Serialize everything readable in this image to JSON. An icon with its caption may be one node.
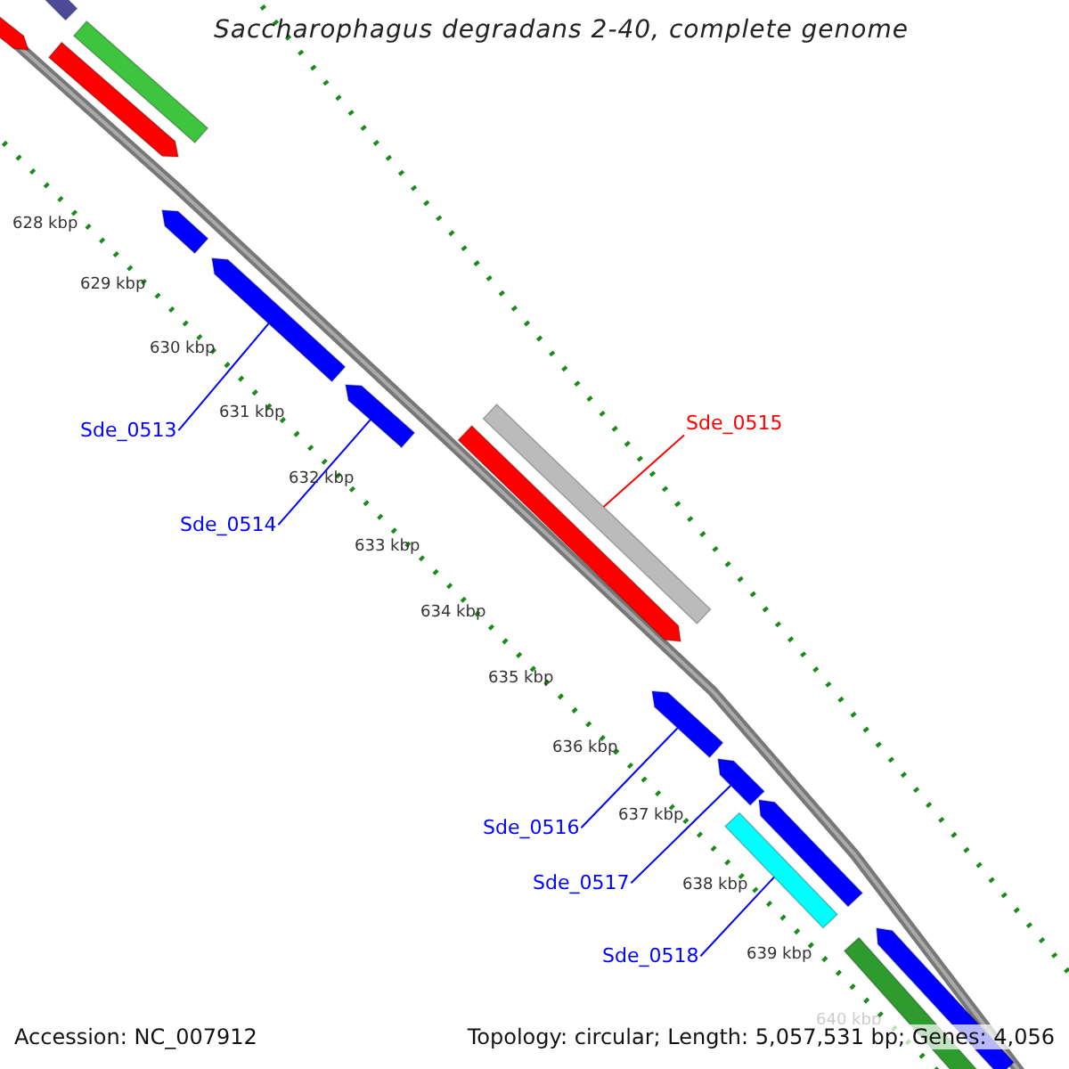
{
  "diagram": {
    "title": "Saccharophagus degradans 2-40, complete genome",
    "nodes": [
      {
        "text": [],
        "shape": "bar"
      },
      {
        "text": [],
        "shape": "bar"
      },
      {
        "text": [],
        "shape": "bar"
      },
      {
        "text": [],
        "shape": "bar"
      },
      {
        "text": [],
        "shape": "bar"
      },
      {
        "text": [],
        "shape": "bar"
      },
      {
        "text": [],
        "shape": "bar"
      },
      {
        "text": [],
        "shape": "bar"
      },
      {
        "text": [],
        "shape": "bar"
      },
      {
        "text": [],
        "shape": "bar"
      },
      {
        "text": [],
        "shape": "bar"
      },
      {
        "text": [],
        "shape": "bar"
      },
      {
        "text": [],
        "shape": "bar"
      },
      {
        "text": [],
        "shape": "bar"
      },
      {
        "text": [],
        "shape": "bar"
      },
      {
        "text": [
          "Sde_0513"
        ]
      },
      {
        "text": [
          "Sde_0514"
        ]
      },
      {
        "text": [
          "Sde_0515"
        ]
      },
      {
        "text": [
          "Sde_0516"
        ]
      },
      {
        "text": [
          "Sde_0517"
        ]
      },
      {
        "text": [
          "Sde_0518"
        ]
      }
    ],
    "edges": [
      {
        "from": 15,
        "to": 5,
        "arrow": "none"
      },
      {
        "from": 16,
        "to": 6,
        "arrow": "none"
      },
      {
        "from": 17,
        "to": 7,
        "arrow": "none",
        "color": "#ff0000"
      },
      {
        "from": 18,
        "to": 9,
        "arrow": "none"
      },
      {
        "from": 19,
        "to": 10,
        "arrow": "none"
      },
      {
        "from": 20,
        "to": 12,
        "arrow": "none"
      }
    ],
    "labels": [
      "628 kbp",
      "629 kbp",
      "630 kbp",
      "631 kbp",
      "632 kbp",
      "633 kbp",
      "634 kbp",
      "635 kbp",
      "636 kbp",
      "637 kbp",
      "638 kbp",
      "639 kbp",
      "640 kbp",
      "Accession: NC_007912",
      "Topology: circular; Length: 5,057,531 bp; Genes: 4,056"
    ]
  }
}
